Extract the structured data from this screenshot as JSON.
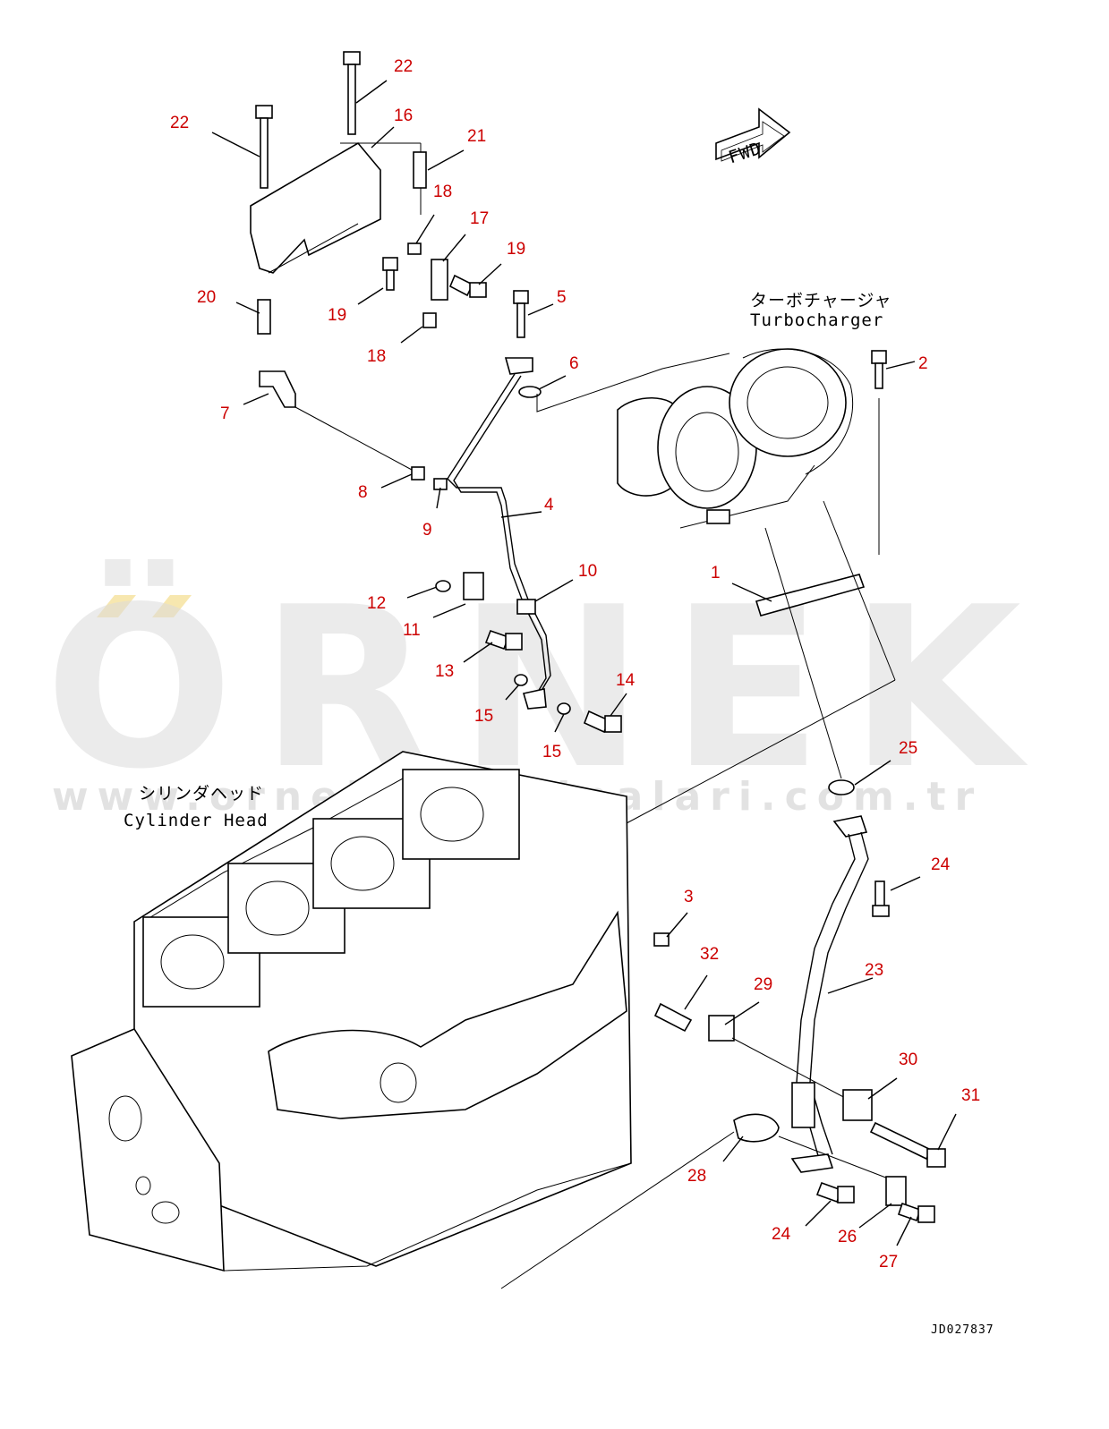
{
  "direction_arrow": {
    "label": "FWD"
  },
  "assemblies": {
    "turbocharger": {
      "label_jp": "ターボチャージャ",
      "label_en": "Turbocharger"
    },
    "cylinder_head": {
      "label_jp": "シリンダヘッド",
      "label_en": "Cylinder Head"
    }
  },
  "watermark": {
    "brand": "ÖRNEK",
    "url": "www.ornekismakinalari.com.tr"
  },
  "drawing_code": "JD027837",
  "callouts": [
    {
      "num": "22"
    },
    {
      "num": "22"
    },
    {
      "num": "16"
    },
    {
      "num": "21"
    },
    {
      "num": "18"
    },
    {
      "num": "17"
    },
    {
      "num": "19"
    },
    {
      "num": "19"
    },
    {
      "num": "20"
    },
    {
      "num": "18"
    },
    {
      "num": "5"
    },
    {
      "num": "6"
    },
    {
      "num": "2"
    },
    {
      "num": "7"
    },
    {
      "num": "8"
    },
    {
      "num": "9"
    },
    {
      "num": "4"
    },
    {
      "num": "10"
    },
    {
      "num": "1"
    },
    {
      "num": "12"
    },
    {
      "num": "11"
    },
    {
      "num": "13"
    },
    {
      "num": "14"
    },
    {
      "num": "15"
    },
    {
      "num": "15"
    },
    {
      "num": "25"
    },
    {
      "num": "24"
    },
    {
      "num": "3"
    },
    {
      "num": "32"
    },
    {
      "num": "29"
    },
    {
      "num": "23"
    },
    {
      "num": "30"
    },
    {
      "num": "31"
    },
    {
      "num": "28"
    },
    {
      "num": "24"
    },
    {
      "num": "26"
    },
    {
      "num": "27"
    }
  ]
}
